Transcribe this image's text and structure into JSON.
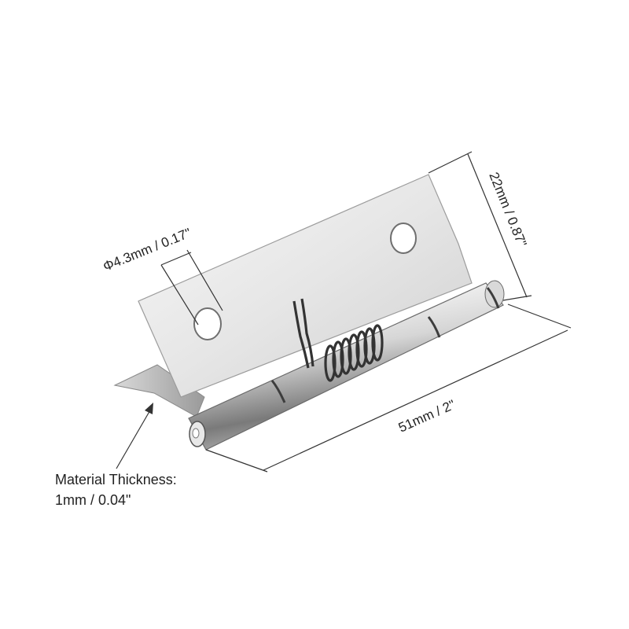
{
  "dimensions": {
    "hole_diameter": "Φ4.3mm / 0.17\"",
    "width": "22mm / 0.87\"",
    "length": "51mm / 2\""
  },
  "material_thickness": {
    "line1": "Material Thickness:",
    "line2": "1mm / 0.04\""
  },
  "colors": {
    "steel_light": "#f2f2f2",
    "steel_mid": "#c9c9c9",
    "steel_dark": "#6f6f6f",
    "spring": "#3a3a3a",
    "line": "#333333"
  }
}
